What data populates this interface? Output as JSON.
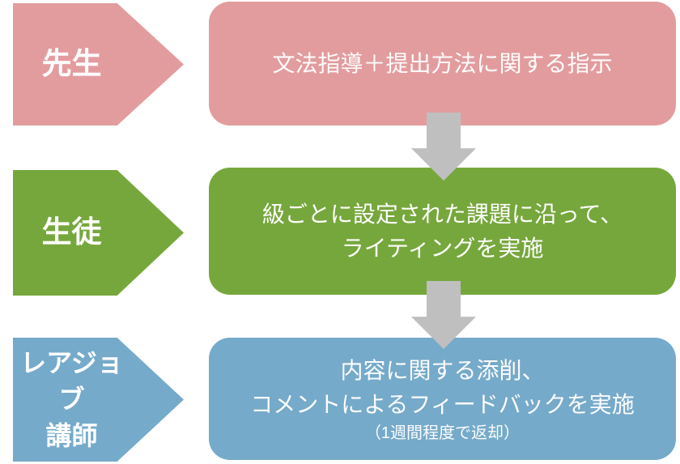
{
  "diagram": {
    "background_color": "#ffffff",
    "text_color": "#ffffff",
    "connector_color": "#bfbfbf",
    "rows": [
      {
        "id": "teacher",
        "color": "#e39c9e",
        "actor_lines": [
          "先生"
        ],
        "box_lines": [
          "文法指導＋提出方法に関する指示"
        ]
      },
      {
        "id": "student",
        "color": "#76a73c",
        "actor_lines": [
          "生徒"
        ],
        "box_lines": [
          "級ごとに設定された課題に沿って、",
          "ライティングを実施"
        ]
      },
      {
        "id": "rarejob-tutor",
        "color": "#75aaca",
        "actor_lines": [
          "レアジョブ",
          "講師"
        ],
        "box_lines": [
          "内容に関する添削、",
          "コメントによるフィードバックを実施"
        ],
        "note": "（1週間程度で返却）"
      }
    ]
  }
}
